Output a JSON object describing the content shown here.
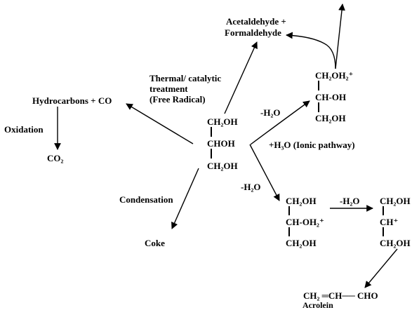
{
  "labels": {
    "acetaldehyde": "Acetaldehyde +",
    "formaldehyde": "Formaldehyde",
    "thermal_1": "Thermal/ catalytic",
    "thermal_2": "treatment",
    "thermal_3": "(Free Radical)",
    "hydrocarbons": "Hydrocarbons + CO",
    "oxidation": "Oxidation",
    "co2": "CO₂",
    "condensation": "Condensation",
    "coke": "Coke",
    "minus_h2o_1": "-H₂O",
    "ionic": "+H₃O (Ionic pathway)",
    "minus_h2o_2": "-H₂O",
    "minus_h2o_3": "-H₂O",
    "acrolein_formula": "CH₂ ═CH── CHO",
    "acrolein_name": "Acrolein"
  },
  "glycerol": {
    "c1": "CH₂OH",
    "c2": "CHOH",
    "c3": "CH₂OH"
  },
  "protonated_top": {
    "c1": "CH₂OH₂⁺",
    "c2": "CH-OH",
    "c3": "CH₂OH"
  },
  "protonated_mid": {
    "c1": "CH₂OH",
    "c2": "CH-OH₂⁺",
    "c3": "CH₂OH"
  },
  "carbocation": {
    "c1": "CH₂OH",
    "c2": "CH⁺",
    "c3": "CH₂OH"
  }
}
